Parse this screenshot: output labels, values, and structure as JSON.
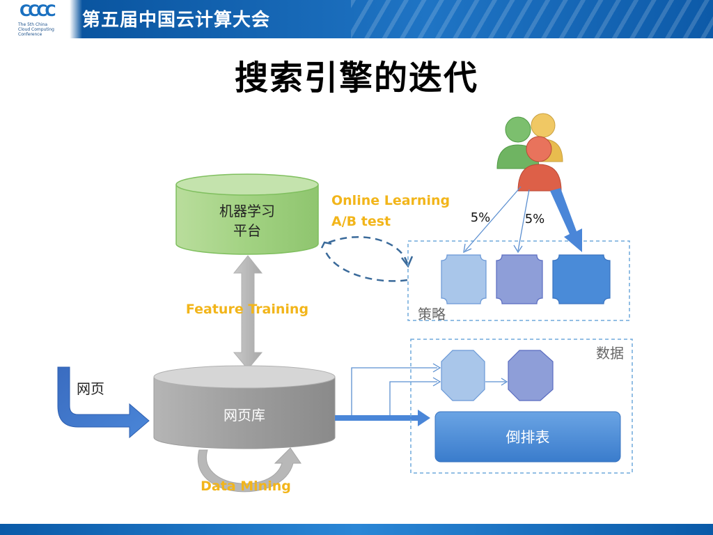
{
  "header": {
    "conference_title": "第五届中国云计算大会",
    "logo_mark": "CCCC",
    "logo_lines": [
      "The 5th China",
      "Cloud Computing",
      "Conference"
    ]
  },
  "slide": {
    "title": "搜索引擎的迭代"
  },
  "diagram": {
    "ml_platform": {
      "line1": "机器学习",
      "line2": "平台"
    },
    "web_db": {
      "label": "网页库"
    },
    "web_input": {
      "label": "网页"
    },
    "feature_training": "Feature Training",
    "data_mining": "Data Mining",
    "online_learning": {
      "line1": "Online Learning",
      "line2": "A/B test"
    },
    "strategy_group": {
      "label": "策略"
    },
    "data_group": {
      "label": "数据"
    },
    "inverted_index": {
      "label": "倒排表"
    },
    "traffic_split": [
      "5%",
      "5%"
    ],
    "colors": {
      "accent_label": "#f2b51a",
      "ml_green": "#a8d58a",
      "db_gray": "#a6a6a6",
      "arrow_blue": "#4a7fc8",
      "dashed_blue": "#3a6a9a",
      "box_light": "#a9c6ea",
      "box_mid": "#8e9ed8",
      "box_dark": "#4a8bd8"
    }
  }
}
